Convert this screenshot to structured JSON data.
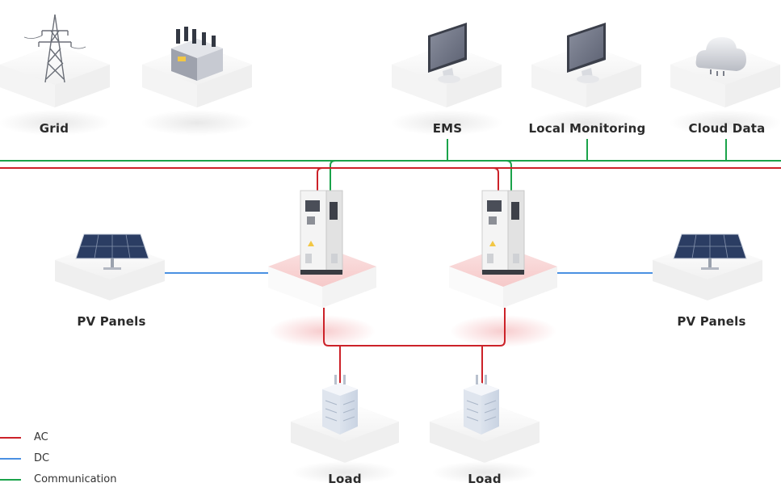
{
  "labels": {
    "grid": "Grid",
    "ems": "EMS",
    "local_monitoring": "Local Monitoring",
    "cloud_data": "Cloud Data",
    "pv_left": "PV Panels",
    "pv_right": "PV Panels",
    "load_left": "Load",
    "load_right": "Load"
  },
  "legend": {
    "ac": "AC",
    "dc": "DC",
    "communication": "Communication"
  },
  "colors": {
    "ac": "#cc2229",
    "dc": "#4a90e2",
    "communication": "#1aa34a",
    "label": "#2b2b2b"
  },
  "icons": {
    "grid": "power-tower-icon",
    "transformer": "transformer-icon",
    "ems": "monitor-icon",
    "local_monitoring": "monitor-icon",
    "cloud_data": "cloud-icon",
    "pv": "solar-panel-icon",
    "storage": "energy-storage-cabinet-icon",
    "load": "building-icon"
  }
}
